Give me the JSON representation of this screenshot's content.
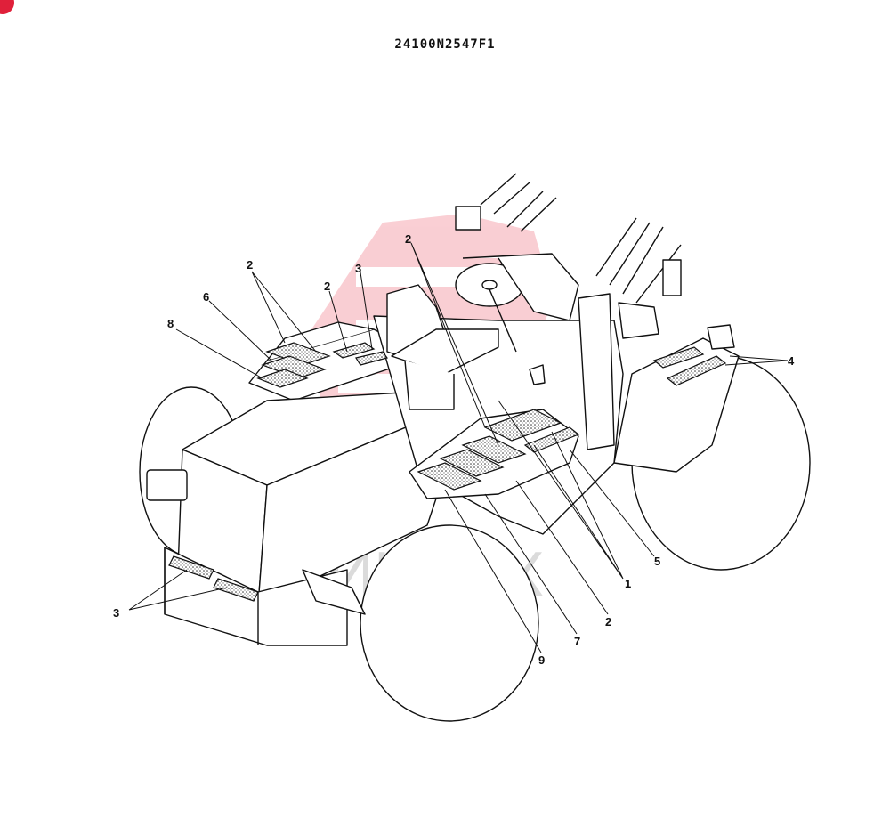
{
  "document": {
    "code": "24100N2547F1"
  },
  "watermark": {
    "text": "ИНТЕХ",
    "color": "#e8233a"
  },
  "colors": {
    "ink": "#111111",
    "hatch": "#444444",
    "accent": "#e0203a"
  },
  "callouts": [
    {
      "id": "c2-left",
      "label": "2"
    },
    {
      "id": "c6",
      "label": "6"
    },
    {
      "id": "c8",
      "label": "8"
    },
    {
      "id": "c2-mid",
      "label": "2"
    },
    {
      "id": "c3-top",
      "label": "3"
    },
    {
      "id": "c2-top",
      "label": "2"
    },
    {
      "id": "c3-front",
      "label": "3"
    },
    {
      "id": "c1",
      "label": "1"
    },
    {
      "id": "c5",
      "label": "5"
    },
    {
      "id": "c2-bottom",
      "label": "2"
    },
    {
      "id": "c7",
      "label": "7"
    },
    {
      "id": "c9",
      "label": "9"
    },
    {
      "id": "c4",
      "label": "4"
    }
  ]
}
